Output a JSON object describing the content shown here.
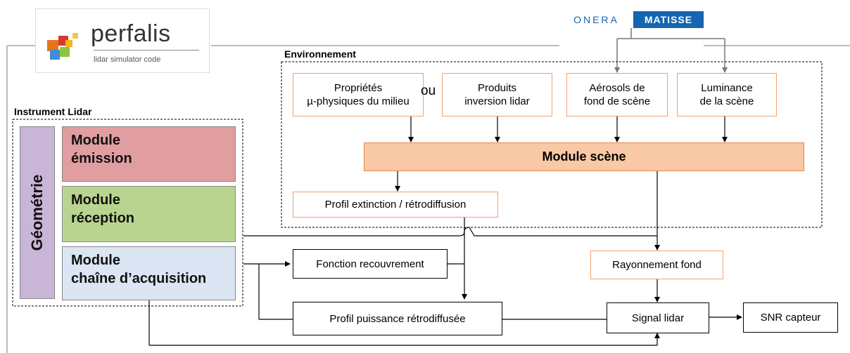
{
  "logo": {
    "name": "perfalis",
    "tagline": "lidar simulator code"
  },
  "onera_logo": {
    "left": "ONERA",
    "right": "MATISSE"
  },
  "colors": {
    "accent_orange": "#f0a070",
    "scene_fill": "#f8c9a4",
    "emission_fill": "#e09ea0",
    "reception_fill": "#b9d48f",
    "acquisition_fill": "#dbe5f3",
    "geometry_fill": "#c9b5d6",
    "onera_blue": "#1565b0"
  },
  "labels": {
    "environment": "Environnement",
    "instrument": "Instrument Lidar",
    "ou": "ou"
  },
  "instrument": {
    "geometry": "Géométrie",
    "emission": [
      "Module",
      "émission"
    ],
    "reception": [
      "Module",
      "réception"
    ],
    "acquisition": [
      "Module",
      "chaîne d’acquisition"
    ]
  },
  "env": {
    "proprietes": [
      "Propriétés",
      "µ-physiques du milieu"
    ],
    "produits": [
      "Produits",
      "inversion lidar"
    ],
    "aerosols": [
      "Aérosols de",
      "fond de scène"
    ],
    "luminance": [
      "Luminance",
      "de la scène"
    ],
    "module_scene": "Module scène",
    "profil_extinction": "Profil extinction / rétrodiffusion"
  },
  "flow": {
    "fonction_recouvrement": "Fonction recouvrement",
    "profil_puissance": "Profil puissance rétrodiffusée",
    "rayonnement_fond": "Rayonnement fond",
    "signal_lidar": "Signal lidar",
    "snr_capteur": "SNR capteur"
  }
}
